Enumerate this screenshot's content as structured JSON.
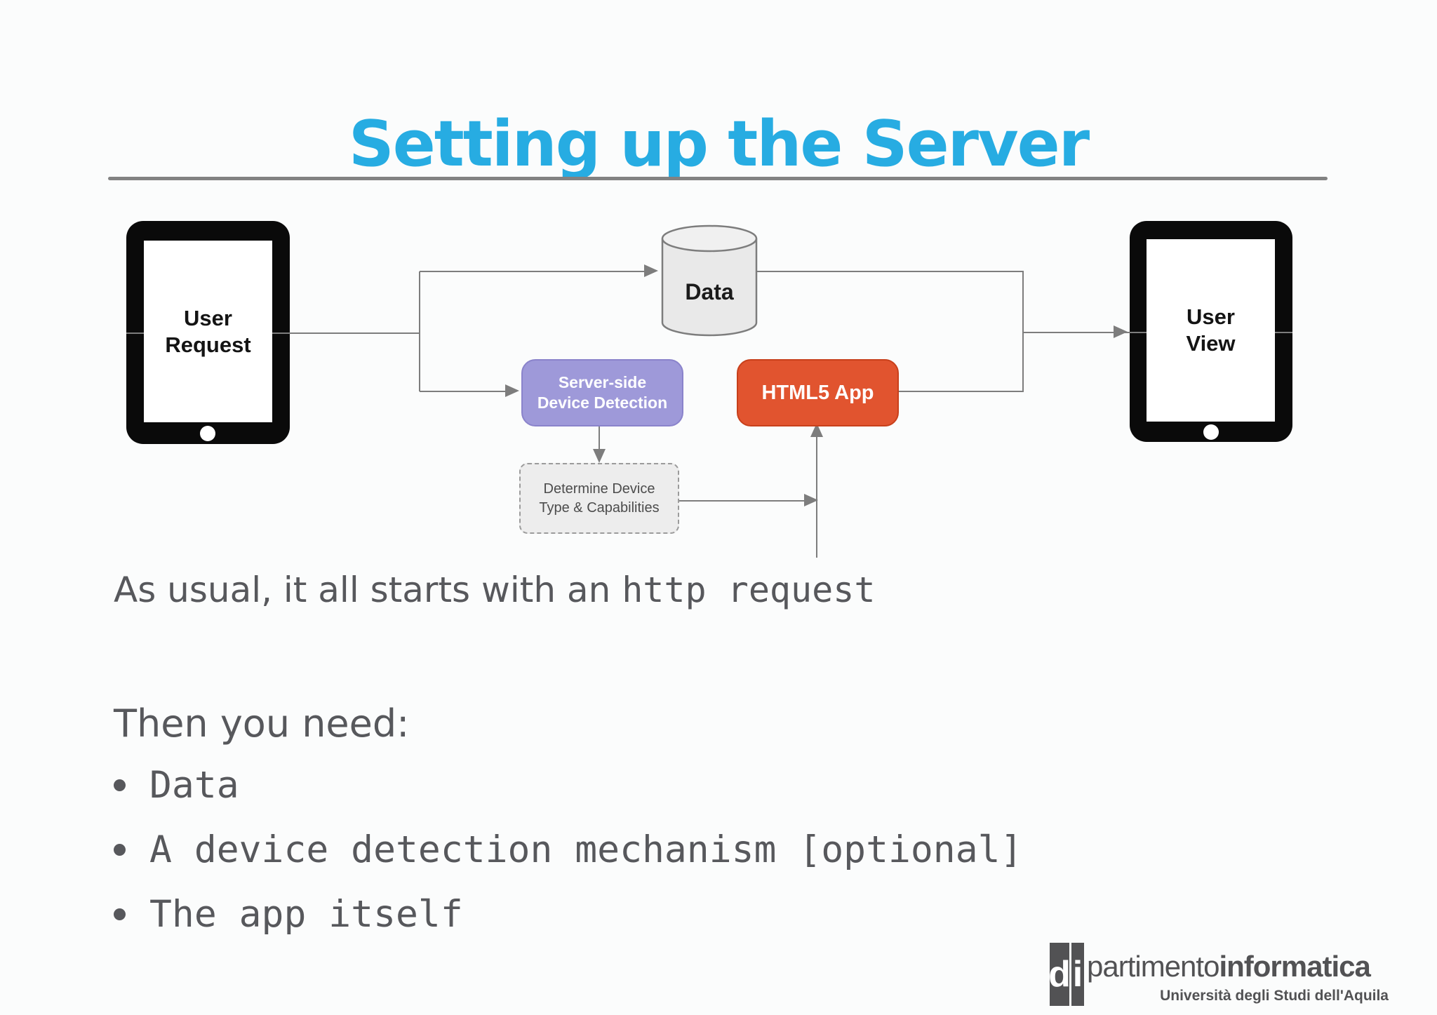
{
  "title": "Setting up the Server",
  "diagram": {
    "user_request": {
      "line1": "User",
      "line2": "Request"
    },
    "data_store": {
      "label": "Data"
    },
    "device_detection": {
      "line1": "Server-side",
      "line2": "Device Detection"
    },
    "html5_app": {
      "label": "HTML5 App"
    },
    "determine_device": {
      "line1": "Determine Device",
      "line2": "Type & Capabilities"
    },
    "user_view": {
      "line1": "User",
      "line2": "View"
    }
  },
  "body": {
    "intro_prefix": "As usual, it all starts with an ",
    "intro_code": "http request",
    "list_heading": "Then you need:",
    "bullets": [
      "Data",
      "A device detection mechanism [optional]",
      "The app itself"
    ]
  },
  "footer": {
    "logo_d": "d",
    "logo_i": "i",
    "name_regular": "partimento",
    "name_bold": "informatica",
    "subtitle": "Università degli Studi dell'Aquila"
  },
  "colors": {
    "title": "#27ace2",
    "body_text": "#57585c",
    "connector": "#7d7d7d",
    "device_detection_fill": "#9e99d9",
    "device_detection_border": "#8a83cb",
    "html5_app_fill": "#e1542f",
    "html5_app_border": "#c8401b",
    "cylinder_fill": "#e9e9e9",
    "dashed_box_fill": "#ededed",
    "logo_gray": "#525254"
  }
}
